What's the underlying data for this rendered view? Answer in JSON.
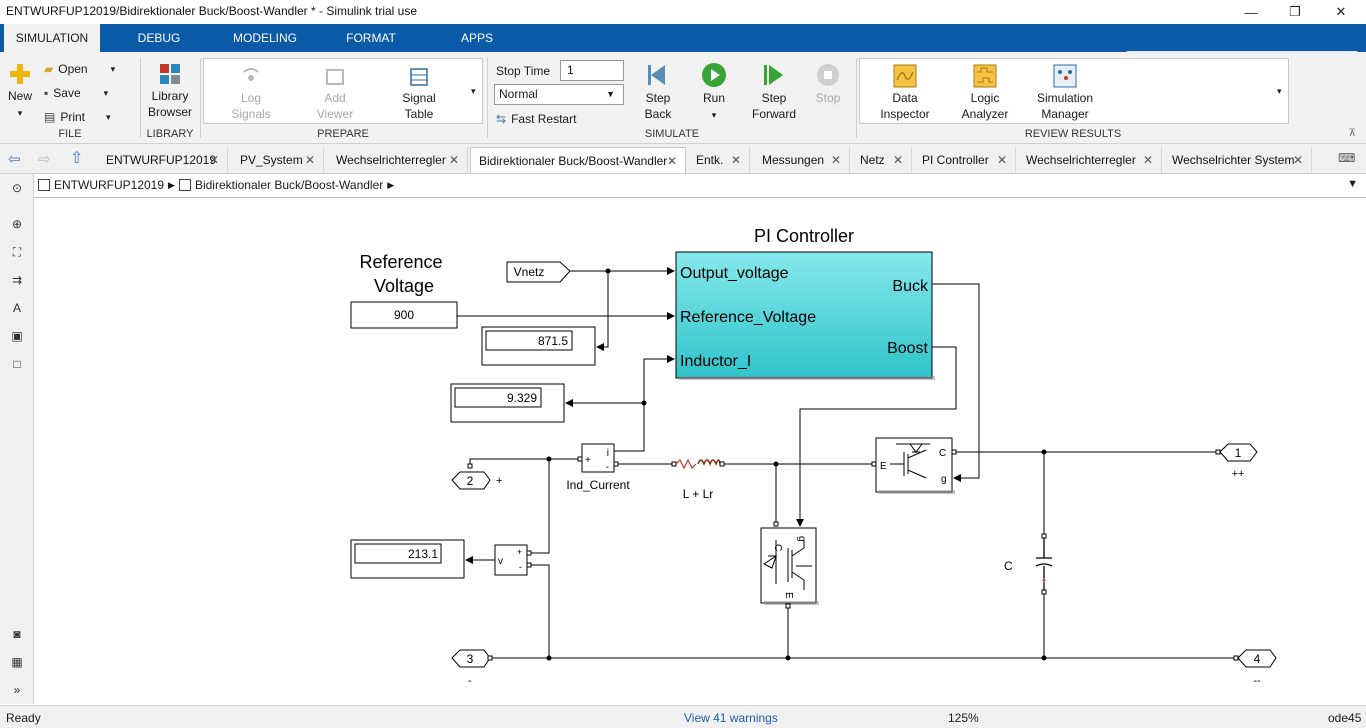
{
  "window": {
    "title": "ENTWURFUP12019/Bidirektionaler  Buck/Boost-Wandler * - Simulink trial use",
    "minimize": "—",
    "maximize": "❐",
    "close": "✕"
  },
  "ribbon_tabs": [
    "SIMULATION",
    "DEBUG",
    "MODELING",
    "FORMAT",
    "APPS"
  ],
  "file": {
    "new": "New",
    "open": "Open",
    "save": "Save",
    "print": "Print",
    "group": "FILE"
  },
  "library": {
    "browser": "Library Browser",
    "group": "LIBRARY"
  },
  "prepare": {
    "log_signals": "Log Signals",
    "add_viewer": "Add Viewer",
    "signal_table": "Signal Table",
    "group": "PREPARE"
  },
  "simulate": {
    "stop_time_label": "Stop Time",
    "stop_time_value": "1",
    "mode": "Normal",
    "fast_restart": "Fast Restart",
    "step_back": "Step Back",
    "run": "Run",
    "step_forward": "Step Forward",
    "stop": "Stop",
    "group": "SIMULATE"
  },
  "review": {
    "data_inspector": "Data Inspector",
    "logic_analyzer": "Logic Analyzer",
    "simulation_manager": "Simulation Manager",
    "group": "REVIEW RESULTS"
  },
  "model_tabs": [
    "ENTWURFUP12019",
    "PV_System",
    "Wechselrichterregler",
    "Bidirektionaler  Buck/Boost-Wandler",
    "Entk.",
    "Messungen",
    "Netz",
    "PI Controller",
    "Wechselrichterregler",
    "Wechselrichter System"
  ],
  "breadcrumb": [
    "ENTWURFUP12019",
    "Bidirektionaler  Buck/Boost-Wandler"
  ],
  "diagram": {
    "pi_title": "PI Controller",
    "pi_inputs": [
      "Output_voltage",
      "Reference_Voltage",
      "Inductor_I"
    ],
    "pi_outputs": [
      "Buck",
      "Boost"
    ],
    "ref_label_1": "Reference",
    "ref_label_2": "Voltage",
    "ref_value": "900",
    "vnetz": "Vnetz",
    "display_voltage": "871.5",
    "display_current": "9.329",
    "display_v": "213.1",
    "ind_current_label": "Ind_Current",
    "inductor_label": "L + Lr",
    "capacitor_label": "C",
    "port_2": "2",
    "port_2_sign": "+",
    "port_3": "3",
    "port_3_sign": "-",
    "port_1": "1",
    "port_1_sign": "++",
    "port_4": "4",
    "port_4_sign": "--",
    "cur_meas_i": "i",
    "cur_meas_plus": "+",
    "cur_meas_minus": "-",
    "volt_meas_v": "v",
    "volt_meas_plus": "+",
    "volt_meas_minus": "-",
    "igbt_e": "E",
    "igbt_c": "C",
    "igbt_g": "g"
  },
  "status": {
    "left": "Ready",
    "warnings": "View 41 warnings",
    "zoom": "125%",
    "solver": "ode45"
  }
}
